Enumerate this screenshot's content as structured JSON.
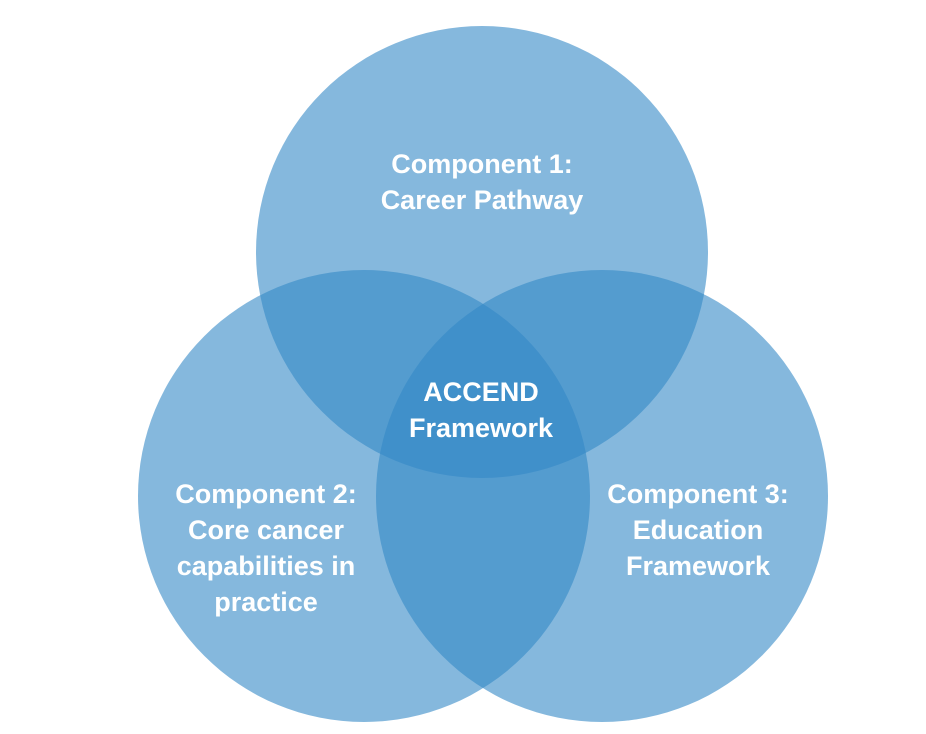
{
  "colors": {
    "circle_fill": "#3389c6",
    "text": "#ffffff",
    "background": "#ffffff"
  },
  "diagram": {
    "type": "venn",
    "top": {
      "line1": "Component 1:",
      "line2": "Career Pathway"
    },
    "left": {
      "line1": "Component 2:",
      "line2": "Core cancer",
      "line3": "capabilities in",
      "line4": "practice"
    },
    "right": {
      "line1": "Component 3:",
      "line2": "Education",
      "line3": "Framework"
    },
    "center": {
      "line1": "ACCEND",
      "line2": "Framework"
    }
  }
}
